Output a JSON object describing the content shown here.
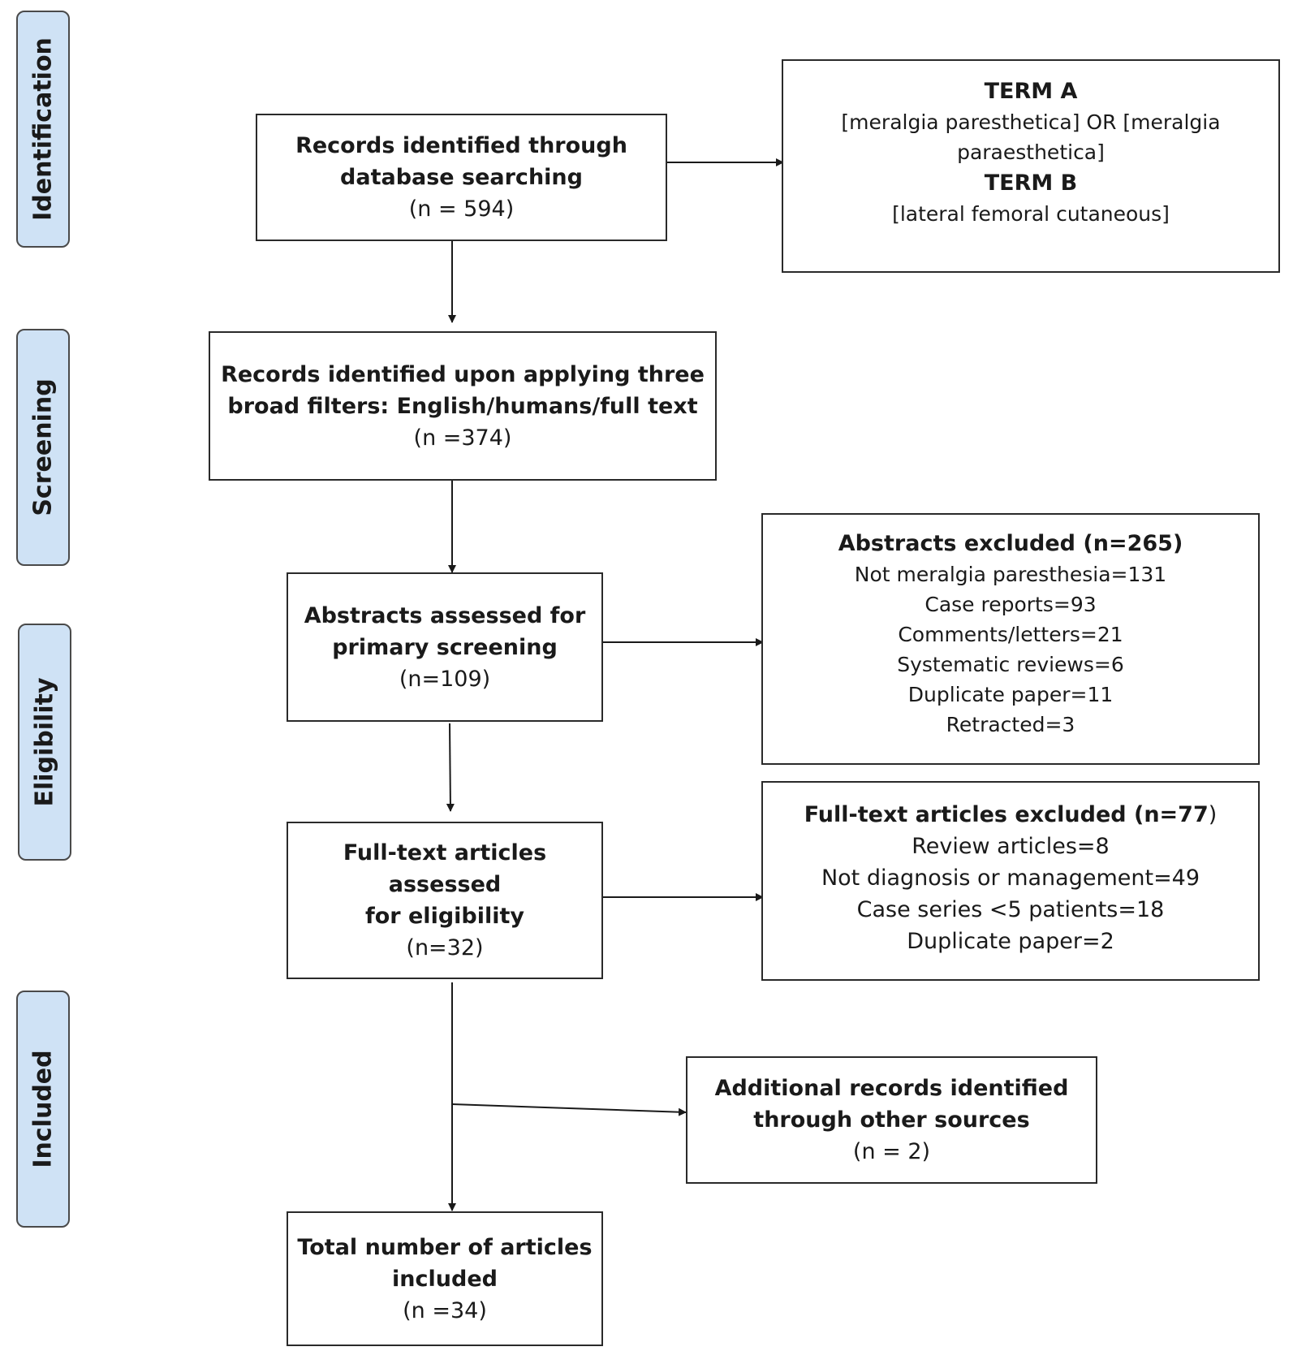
{
  "phases": {
    "identification": "Identification",
    "screening": "Screening",
    "eligibility": "Eligibility",
    "included": "Included"
  },
  "boxes": {
    "database_search": {
      "title_lines": [
        "Records identified through",
        "database searching"
      ],
      "count": "(n = 594)"
    },
    "search_terms": {
      "term_a_label": "TERM A",
      "term_a_lines": [
        "[meralgia paresthetica] OR [meralgia",
        "paraesthetica]"
      ],
      "term_b_label": "TERM B",
      "term_b_line": "[lateral femoral cutaneous]"
    },
    "filters": {
      "title_lines": [
        "Records identified upon applying three",
        "broad filters: English/humans/full text"
      ],
      "count": "(n =374)"
    },
    "abstracts_assessed": {
      "title_lines": [
        "Abstracts assessed for",
        "primary screening"
      ],
      "count": "(n=109)"
    },
    "abstracts_excluded": {
      "title": "Abstracts excluded (n=265)",
      "items": [
        "Not meralgia paresthesia=131",
        "Case reports=93",
        "Comments/letters=21",
        "Systematic reviews=6",
        "Duplicate paper=11",
        "Retracted=3"
      ]
    },
    "fulltext_assessed": {
      "title_lines": [
        "Full-text articles assessed",
        "for eligibility"
      ],
      "count": "(n=32)"
    },
    "fulltext_excluded": {
      "title": "Full-text articles excluded (n=77",
      "title_suffix": ")",
      "items": [
        "Review articles=8",
        "Not diagnosis or management=49",
        "Case series <5 patients=18",
        "Duplicate paper=2"
      ]
    },
    "additional": {
      "title_lines": [
        "Additional records identified",
        "through other sources"
      ],
      "count": "(n = 2)"
    },
    "total": {
      "title_lines": [
        "Total number of articles",
        "included"
      ],
      "count": "(n =34)"
    }
  }
}
